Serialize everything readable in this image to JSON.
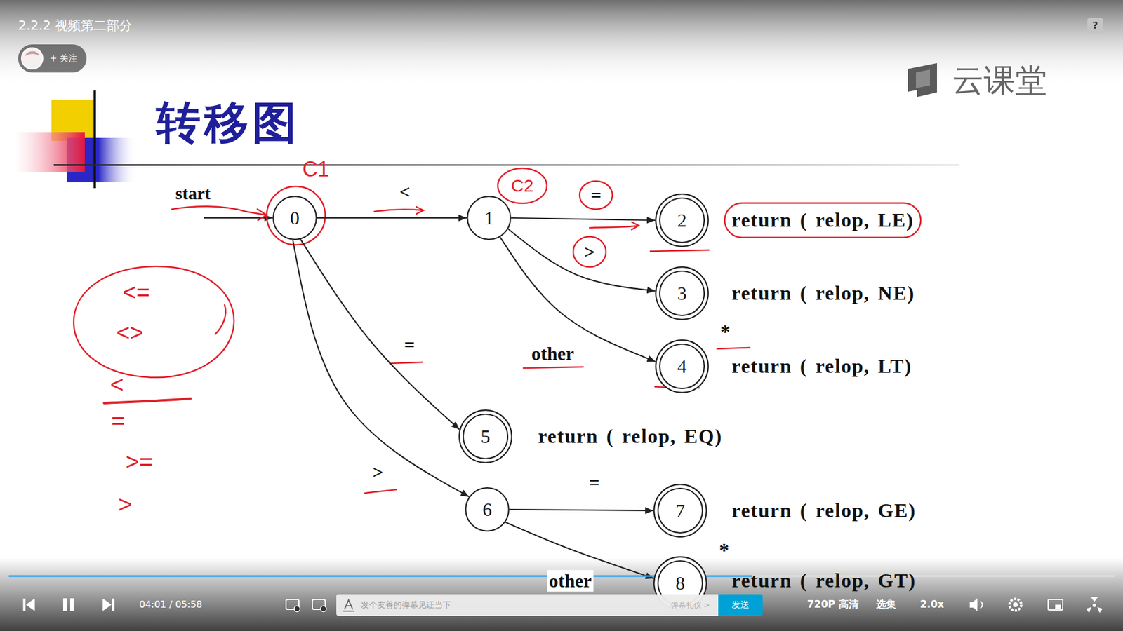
{
  "diagram": {
    "title": "转移图",
    "nodes": [
      {
        "text": [
          "+ 关注"
        ]
      },
      {
        "text": [
          "?"
        ]
      },
      {
        "text": [
          "0"
        ]
      },
      {
        "text": [
          "1"
        ]
      },
      {
        "text": [
          "2"
        ]
      },
      {
        "text": [
          "3"
        ]
      },
      {
        "text": [
          "4"
        ]
      },
      {
        "text": [
          "5"
        ]
      },
      {
        "text": [
          "6"
        ]
      },
      {
        "text": [
          "7"
        ]
      },
      {
        "text": [
          "8"
        ]
      },
      {
        "text": [
          "发个友善的弹幕见证当下",
          "弹幕礼仪 >"
        ]
      },
      {
        "text": [
          "发送"
        ]
      }
    ],
    "edges": [
      {
        "from": 2,
        "to": 3,
        "label": "<",
        "arrow": "to"
      },
      {
        "from": 3,
        "to": 4,
        "label": "=",
        "arrow": "to"
      },
      {
        "from": 3,
        "to": 5,
        "label": ">",
        "arrow": "to"
      },
      {
        "from": 3,
        "to": 6,
        "label": "other",
        "arrow": "to"
      },
      {
        "from": 2,
        "to": 7,
        "label": "=",
        "arrow": "to"
      },
      {
        "from": 2,
        "to": 8,
        "label": ">",
        "arrow": "to"
      },
      {
        "from": 8,
        "to": 9,
        "label": "=",
        "arrow": "to"
      },
      {
        "from": 8,
        "to": 10,
        "label": "other",
        "arrow": "to"
      }
    ],
    "labels": [
      "2.2.2 视频第二部分",
      "云课堂",
      "start",
      "C1",
      "C2",
      "return ( relop, LE)",
      "return ( relop, NE)",
      "*",
      "return ( relop, LT)",
      "return ( relop, EQ)",
      "return ( relop, GE)",
      "*",
      "return ( relop, GT)",
      "<=",
      "<>",
      "<",
      "=",
      ">=",
      ">",
      "04:01 / 05:58",
      "720P 高清",
      "选集",
      "2.0x"
    ]
  }
}
